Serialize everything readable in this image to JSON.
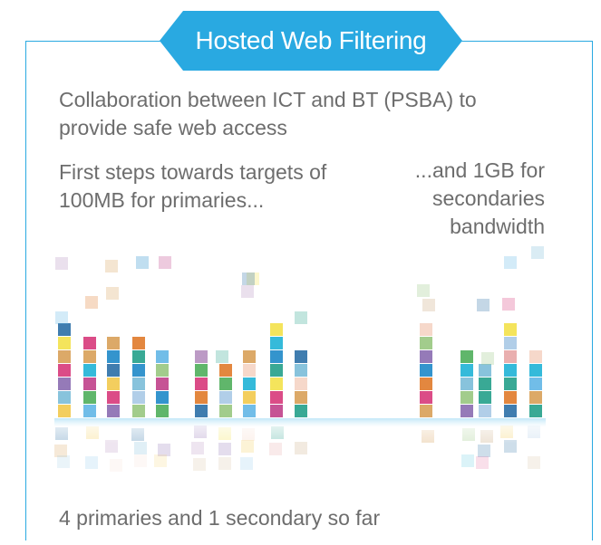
{
  "title": "Hosted Web Filtering",
  "intro": "Collaboration between ICT and BT (PSBA) to provide safe web access",
  "left_note": "First steps towards targets of 100MB for primaries...",
  "right_note_lines": [
    "...and 1GB for",
    "secondaries",
    "bandwidth"
  ],
  "footer": "4 primaries and 1 secondary so far",
  "colors": {
    "accent": "#29a9e1",
    "text": "#6d6d6d",
    "palette": [
      "#1e88c8",
      "#2b6fa6",
      "#8a6bb0",
      "#c0408a",
      "#d7397a",
      "#4fae5b",
      "#23a08a",
      "#e07a2a",
      "#d8a058",
      "#f2c94c",
      "#f3e14a",
      "#7bbcd8",
      "#a8c9e5",
      "#62b6e6",
      "#98c680",
      "#b58fbf",
      "#e7a6a6",
      "#f5d4c4",
      "#c8a57a",
      "#1fb2d6"
    ]
  }
}
